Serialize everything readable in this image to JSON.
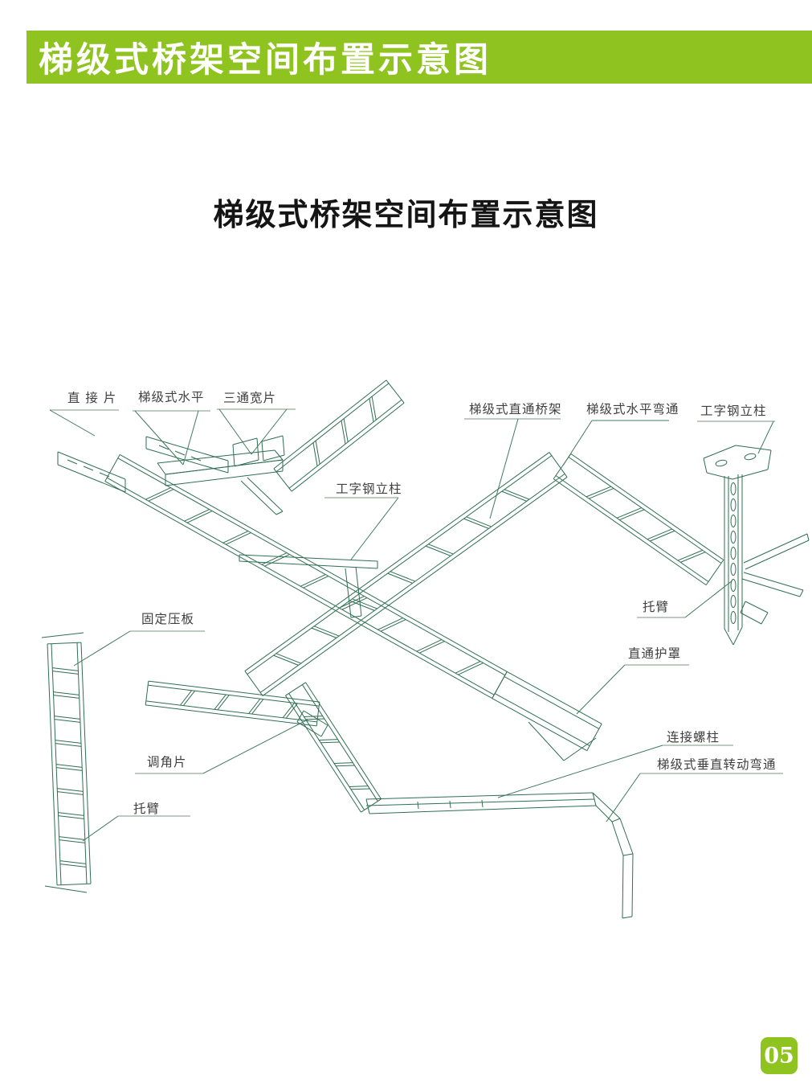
{
  "header": {
    "title": "梯级式桥架空间布置示意图"
  },
  "diagram": {
    "title": "梯级式桥架空间布置示意图",
    "labels": [
      {
        "id": "direct-connector",
        "text": "直 接 片"
      },
      {
        "id": "ladder-horizontal",
        "text": "梯级式水平"
      },
      {
        "id": "tee-wide-piece",
        "text": "三通宽片"
      },
      {
        "id": "ladder-straight-tray",
        "text": "梯级式直通桥架"
      },
      {
        "id": "ladder-horizontal-bend",
        "text": "梯级式水平弯通"
      },
      {
        "id": "i-beam-column-right",
        "text": "工字钢立柱"
      },
      {
        "id": "i-beam-column-mid",
        "text": "工字钢立柱"
      },
      {
        "id": "bracket-arm-right",
        "text": "托臂"
      },
      {
        "id": "straight-cover",
        "text": "直通护罩"
      },
      {
        "id": "fixing-plate",
        "text": "固定压板"
      },
      {
        "id": "angle-adjust-piece",
        "text": "调角片"
      },
      {
        "id": "bracket-arm-left",
        "text": "托臂"
      },
      {
        "id": "connecting-stud",
        "text": "连接螺柱"
      },
      {
        "id": "ladder-vertical-rotating-bend",
        "text": "梯级式垂直转动弯通"
      }
    ]
  },
  "footer": {
    "page_number": "05"
  },
  "colors": {
    "accent_green": "#8fc31f",
    "line_green": "#2f6e54",
    "leader_green": "#41795f",
    "underline_gray": "#aab8af",
    "label_text": "#3f3f3f"
  }
}
